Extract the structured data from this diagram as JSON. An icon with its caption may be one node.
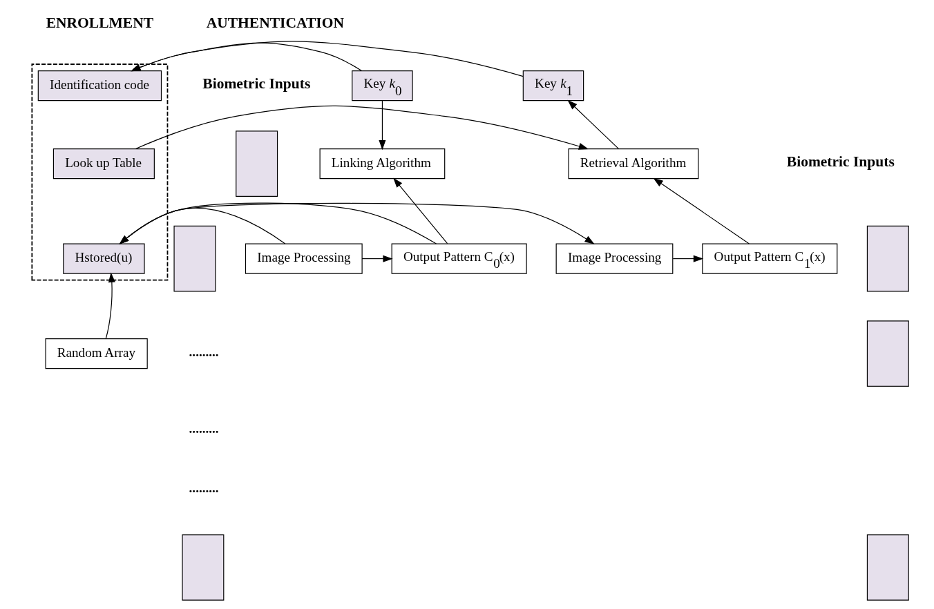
{
  "diagram": {
    "nodes": [
      {
        "text": [],
        "shape": "box"
      },
      {
        "text": [
          "Key *k*$_{0}$"
        ]
      },
      {
        "text": [
          "Identification code"
        ],
        "in": 0
      },
      {
        "text": [
          "Key *k*$_{1}$"
        ]
      },
      {
        "text": [
          "Linking Algorithm"
        ]
      },
      {
        "text": [
          "Look up Table"
        ],
        "in": 0
      },
      {
        "text": [
          "Retrieval Algorithm"
        ]
      },
      {
        "text": [
          "Image Processing"
        ]
      },
      {
        "text": [
          "Output Pattern C$_{0}$(x)"
        ]
      },
      {
        "text": [
          "Hstored(u)"
        ],
        "in": 0
      },
      {
        "text": [
          "Output Pattern C$_{1}$(x)"
        ]
      },
      {
        "text": [
          "Image Processing"
        ]
      },
      {
        "text": [
          "Random Array"
        ]
      },
      {
        "text": [],
        "shape": "box"
      },
      {
        "text": [],
        "shape": "box"
      },
      {
        "text": [],
        "shape": "box"
      },
      {
        "text": [],
        "shape": "box"
      },
      {
        "text": [],
        "shape": "box"
      },
      {
        "text": [],
        "shape": "box"
      }
    ],
    "edges": [
      {
        "from": 1,
        "to": 2,
        "arrow": "to"
      },
      {
        "from": 3,
        "to": 2,
        "arrow": "to"
      },
      {
        "from": 1,
        "to": 4,
        "arrow": "to"
      },
      {
        "from": 6,
        "to": 3,
        "arrow": "to"
      },
      {
        "from": 5,
        "to": 6,
        "arrow": "to"
      },
      {
        "from": 8,
        "to": 4,
        "arrow": "to"
      },
      {
        "from": 7,
        "to": 8,
        "arrow": "to"
      },
      {
        "from": 8,
        "to": 9,
        "arrow": "to"
      },
      {
        "from": 10,
        "to": 6,
        "arrow": "to"
      },
      {
        "from": 11,
        "to": 10,
        "arrow": "to"
      },
      {
        "from": 7,
        "to": 9,
        "arrow": "to"
      },
      {
        "from": 12,
        "to": 9,
        "arrow": "to"
      },
      {
        "from": 9,
        "to": 11,
        "arrow": "to"
      }
    ],
    "labels": [
      "ENROLLMENT",
      "AUTHENTICATION",
      "Biometric Inputs",
      "Biometric Inputs",
      ".........",
      ".........",
      "........."
    ]
  }
}
